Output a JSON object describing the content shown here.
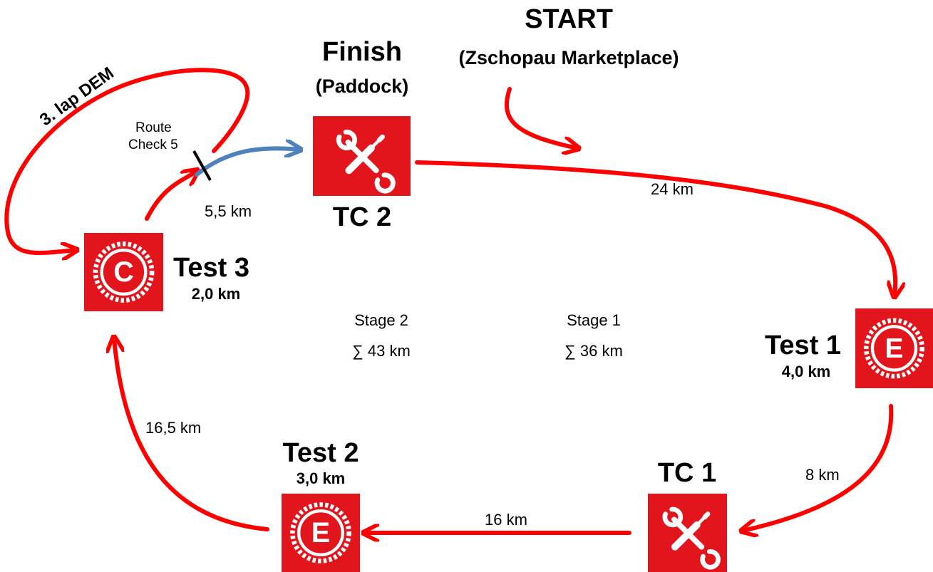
{
  "start": {
    "title": "START",
    "subtitle": "(Zschopau Marketplace)"
  },
  "finish": {
    "title": "Finish",
    "subtitle": "(Paddock)"
  },
  "tc2": {
    "label": "TC 2"
  },
  "tc1": {
    "label": "TC 1"
  },
  "test1": {
    "label": "Test 1",
    "distance": "4,0 km",
    "icon_letter": "E"
  },
  "test2": {
    "label": "Test 2",
    "distance": "3,0 km",
    "icon_letter": "E"
  },
  "test3": {
    "label": "Test 3",
    "distance": "2,0 km",
    "icon_letter": "C"
  },
  "route_check": {
    "line1": "Route",
    "line2": "Check 5"
  },
  "lap_label": "3. lap DEM",
  "segments": {
    "tc2_to_test1": "24 km",
    "test1_to_tc1": "8 km",
    "tc1_to_test2": "16 km",
    "test2_to_test3": "16,5 km",
    "test3_to_tc2": "5,5 km"
  },
  "stages": [
    {
      "name": "Stage 2",
      "total": "∑ 43 km"
    },
    {
      "name": "Stage 1",
      "total": "∑ 36 km"
    }
  ],
  "colors": {
    "route": "#ff0000",
    "finish_route": "#4f81bd",
    "box": "#e2151d",
    "text": "#000000"
  },
  "icons": {
    "time_control": "wrench-screwdriver-icon",
    "test": "gear-letter-icon"
  }
}
